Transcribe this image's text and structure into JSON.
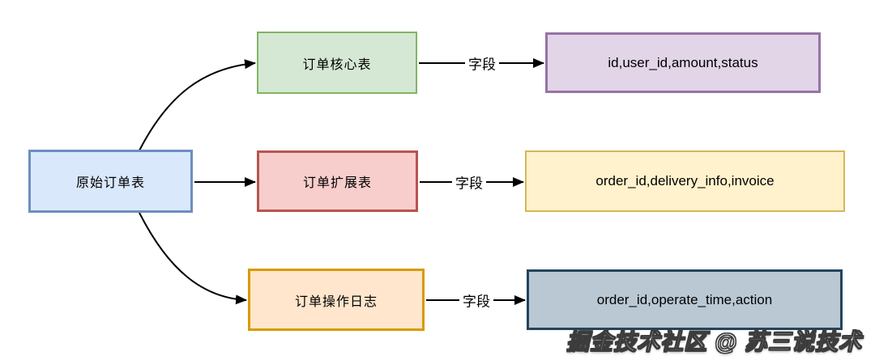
{
  "diagram": {
    "source_table": {
      "label": "原始订单表"
    },
    "branches": [
      {
        "table_label": "订单核心表",
        "edge_label": "字段",
        "fields": "id,user_id,amount,status"
      },
      {
        "table_label": "订单扩展表",
        "edge_label": "字段",
        "fields": "order_id,delivery_info,invoice"
      },
      {
        "table_label": "订单操作日志",
        "edge_label": "字段",
        "fields": "order_id,operate_time,action"
      }
    ],
    "watermark": "掘金技术社区 @ 苏三说技术",
    "colors": {
      "background": "#ffffff",
      "edge_stroke": "#000000",
      "source_fill": "#dae8fc",
      "source_stroke": "#6c8ebf",
      "core_fill": "#d5e8d4",
      "core_stroke": "#82b366",
      "ext_fill": "#f8cecc",
      "ext_stroke": "#b85450",
      "log_fill": "#ffe6cc",
      "log_stroke": "#d79b00",
      "fields_core_fill": "#e1d5e7",
      "fields_core_stroke": "#9673a6",
      "fields_ext_fill": "#fff2cc",
      "fields_ext_stroke": "#d6b656",
      "fields_log_fill": "#bac8d3",
      "fields_log_stroke": "#23445d"
    }
  }
}
